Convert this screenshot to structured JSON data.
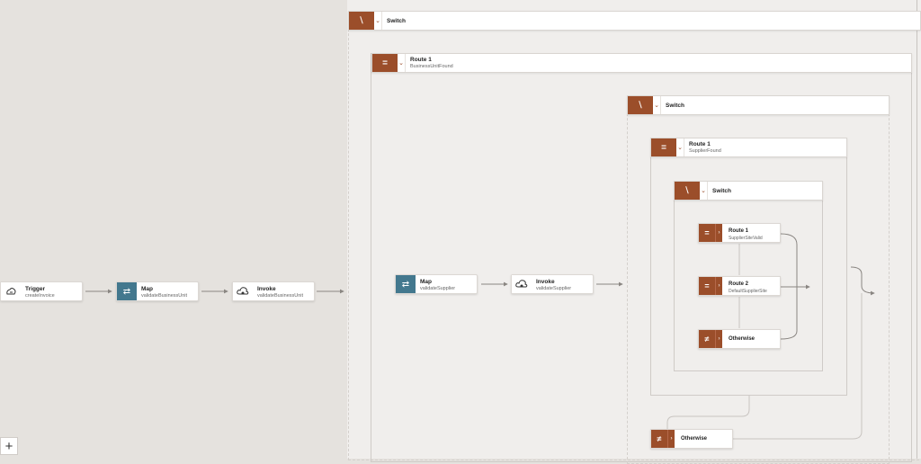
{
  "outer_switch": {
    "title": "Switch"
  },
  "route1": {
    "title": "Route 1",
    "subtitle": "BusinessUnitFound"
  },
  "inner_switch": {
    "title": "Switch"
  },
  "inner_route1": {
    "title": "Route 1",
    "subtitle": "SupplierFound"
  },
  "deep_switch": {
    "title": "Switch"
  },
  "deep_routes": [
    {
      "title": "Route 1",
      "subtitle": "SupplierSiteValid"
    },
    {
      "title": "Route 2",
      "subtitle": "DefaultSupplierSite"
    },
    {
      "title": "Otherwise"
    }
  ],
  "inner_otherwise": {
    "title": "Otherwise"
  },
  "flow": {
    "trigger": {
      "title": "Trigger",
      "subtitle": "createInvoice"
    },
    "map1": {
      "title": "Map",
      "subtitle": "validateBusinessUnit"
    },
    "invoke1": {
      "title": "Invoke",
      "subtitle": "validateBusinessUnit"
    },
    "map2": {
      "title": "Map",
      "subtitle": "validateSupplier"
    },
    "invoke2": {
      "title": "Invoke",
      "subtitle": "validateSupplier"
    }
  },
  "icons": {
    "switch": "switch-icon",
    "route": "equals-icon",
    "otherwise": "not-equal-icon",
    "map": "map-icon",
    "invoke": "cloud-icon",
    "trigger": "trigger-icon",
    "add": "plus-icon"
  },
  "colors": {
    "route_tile": "#9b4e2a",
    "map_tile": "#43788e",
    "canvas": "#e5e2de",
    "scope": "#f0eeec"
  },
  "zoom_control": {
    "label": "+"
  }
}
